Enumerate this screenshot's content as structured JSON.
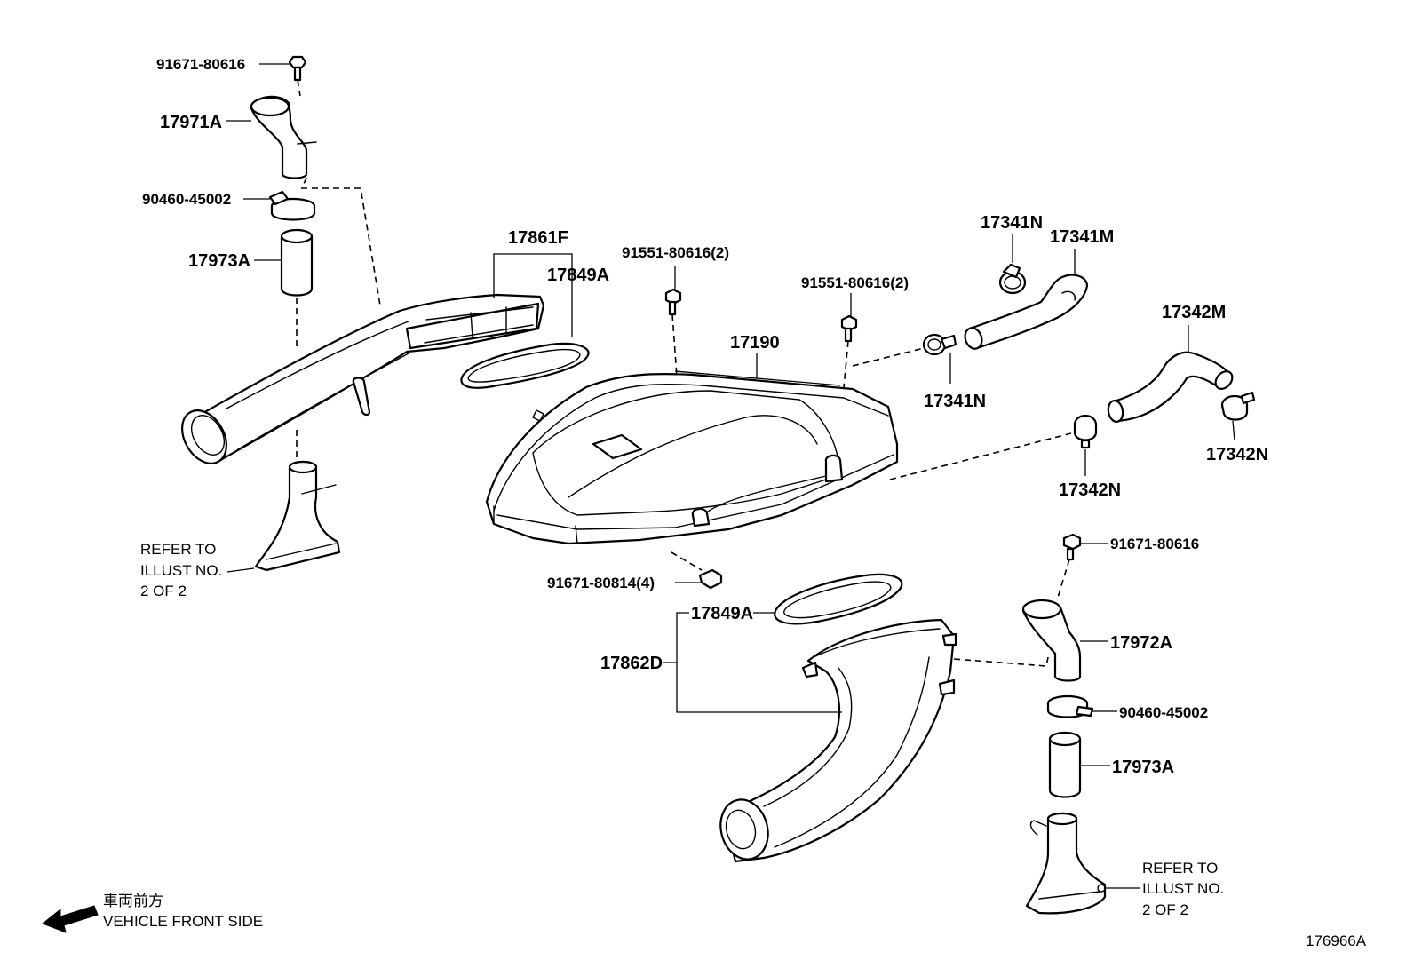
{
  "diagram": {
    "code": "176966A",
    "front_indicator": {
      "label_jp": "車両前方",
      "label_en": "VEHICLE FRONT SIDE"
    },
    "refer_notes": [
      {
        "line1": "REFER TO",
        "line2": "ILLUST NO.",
        "line3": "2 OF 2"
      },
      {
        "line1": "REFER TO",
        "line2": "ILLUST NO.",
        "line3": "2 OF 2"
      }
    ],
    "callouts": [
      {
        "id": "c1",
        "text": "91671-80616"
      },
      {
        "id": "c2",
        "text": "17971A"
      },
      {
        "id": "c3",
        "text": "90460-45002"
      },
      {
        "id": "c4",
        "text": "17973A"
      },
      {
        "id": "c5",
        "text": "17861F"
      },
      {
        "id": "c6",
        "text": "17849A"
      },
      {
        "id": "c7",
        "text": "91551-80616(2)"
      },
      {
        "id": "c8",
        "text": "91551-80616(2)"
      },
      {
        "id": "c9",
        "text": "17190"
      },
      {
        "id": "c10",
        "text": "17341N"
      },
      {
        "id": "c11",
        "text": "17341M"
      },
      {
        "id": "c12",
        "text": "17341N"
      },
      {
        "id": "c13",
        "text": "17342M"
      },
      {
        "id": "c14",
        "text": "17342N"
      },
      {
        "id": "c15",
        "text": "17342N"
      },
      {
        "id": "c16",
        "text": "91671-80616"
      },
      {
        "id": "c17",
        "text": "91671-80814(4)"
      },
      {
        "id": "c18",
        "text": "17849A"
      },
      {
        "id": "c19",
        "text": "17862D"
      },
      {
        "id": "c20",
        "text": "17972A"
      },
      {
        "id": "c21",
        "text": "90460-45002"
      },
      {
        "id": "c22",
        "text": "17973A"
      }
    ]
  }
}
